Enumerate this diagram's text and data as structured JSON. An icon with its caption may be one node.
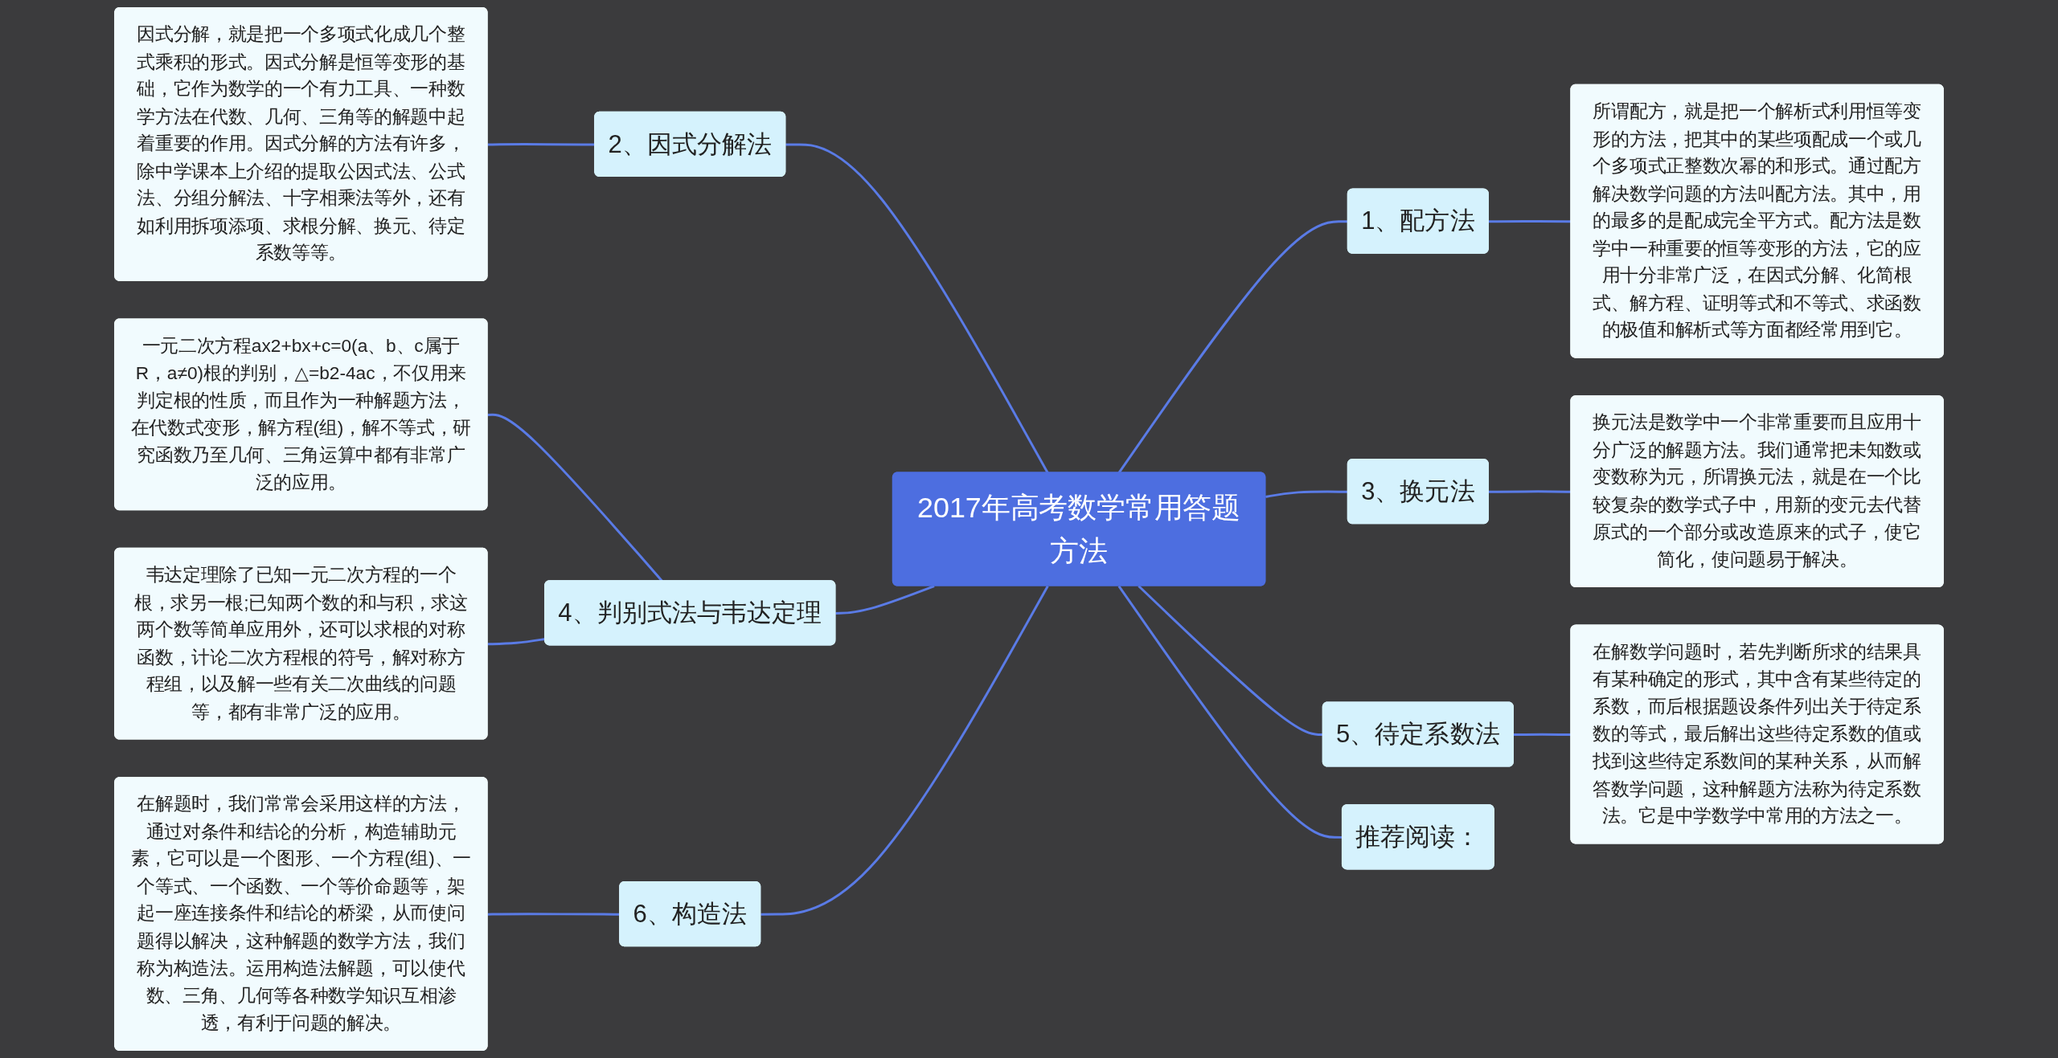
{
  "diagram": {
    "nodes": [
      {
        "text": [
          "2017年高考数学常用答题方法"
        ]
      },
      {
        "text": [
          "1、配方法"
        ]
      },
      {
        "text": [
          "所谓配方，就是把一个解析式利用恒等变形的方法，把其中的某些项配成一个或几个多项式正整数次幂的和形式。通过配方解决数学问题的方法叫配方法。其中，用的最多的是配成完全平方式。配方法是数学中一种重要的恒等变形的方法，它的应用十分非常广泛，在因式分解、化简根式、解方程、证明等式和不等式、求函数的极值和解析式等方面都经常用到它。"
        ]
      },
      {
        "text": [
          "2、因式分解法"
        ]
      },
      {
        "text": [
          "因式分解，就是把一个多项式化成几个整式乘积的形式。因式分解是恒等变形的基础，它作为数学的一个有力工具、一种数学方法在代数、几何、三角等的解题中起着重要的作用。因式分解的方法有许多，除中学课本上介绍的提取公因式法、公式法、分组分解法、十字相乘法等外，还有如利用拆项添项、求根分解、换元、待定系数等等。"
        ]
      },
      {
        "text": [
          "3、换元法"
        ]
      },
      {
        "text": [
          "换元法是数学中一个非常重要而且应用十分广泛的解题方法。我们通常把未知数或变数称为元，所谓换元法，就是在一个比较复杂的数学式子中，用新的变元去代替原式的一个部分或改造原来的式子，使它简化，使问题易于解决。"
        ]
      },
      {
        "text": [
          "4、判别式法与韦达定理"
        ]
      },
      {
        "text": [
          "一元二次方程ax2+bx+c=0(a、b、c属于R，a≠0)根的判别，△=b2-4ac，不仅用来判定根的性质，而且作为一种解题方法，在代数式变形，解方程(组)，解不等式，研究函数乃至几何、三角运算中都有非常广泛的应用。"
        ]
      },
      {
        "text": [
          "韦达定理除了已知一元二次方程的一个根，求另一根;已知两个数的和与积，求这两个数等简单应用外，还可以求根的对称函数，计论二次方程根的符号，解对称方程组，以及解一些有关二次曲线的问题等，都有非常广泛的应用。"
        ]
      },
      {
        "text": [
          "5、待定系数法"
        ]
      },
      {
        "text": [
          "在解数学问题时，若先判断所求的结果具有某种确定的形式，其中含有某些待定的系数，而后根据题设条件列出关于待定系数的等式，最后解出这些待定系数的值或找到这些待定系数间的某种关系，从而解答数学问题，这种解题方法称为待定系数法。它是中学数学中常用的方法之一。"
        ]
      },
      {
        "text": [
          "6、构造法"
        ]
      },
      {
        "text": [
          "在解题时，我们常常会采用这样的方法，通过对条件和结论的分析，构造辅助元素，它可以是一个图形、一个方程(组)、一个等式、一个函数、一个等价命题等，架起一座连接条件和结论的桥梁，从而使问题得以解决，这种解题的数学方法，我们称为构造法。运用构造法解题，可以使代数、三角、几何等各种数学知识互相渗透，有利于问题的解决。"
        ]
      },
      {
        "text": [
          "推荐阅读："
        ]
      }
    ],
    "edges": [
      {
        "from": 0,
        "to": 1,
        "arrow": "none"
      },
      {
        "from": 1,
        "to": 2,
        "arrow": "none"
      },
      {
        "from": 3,
        "to": 0,
        "arrow": "none"
      },
      {
        "from": 4,
        "to": 3,
        "arrow": "none"
      },
      {
        "from": 0,
        "to": 5,
        "arrow": "none"
      },
      {
        "from": 5,
        "to": 6,
        "arrow": "none"
      },
      {
        "from": 7,
        "to": 0,
        "arrow": "none"
      },
      {
        "from": 8,
        "to": 7,
        "arrow": "none"
      },
      {
        "from": 9,
        "to": 7,
        "arrow": "none"
      },
      {
        "from": 0,
        "to": 10,
        "arrow": "none"
      },
      {
        "from": 10,
        "to": 11,
        "arrow": "none"
      },
      {
        "from": 12,
        "to": 0,
        "arrow": "none"
      },
      {
        "from": 13,
        "to": 12,
        "arrow": "none"
      },
      {
        "from": 0,
        "to": 14,
        "arrow": "none"
      }
    ]
  }
}
